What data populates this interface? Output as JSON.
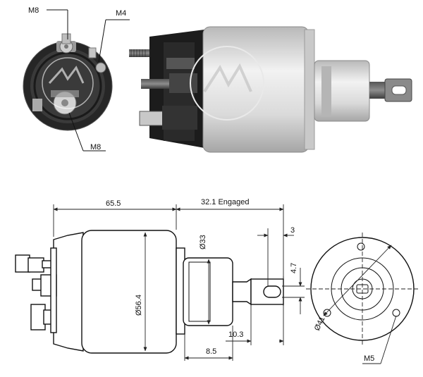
{
  "photo_labels": {
    "top_left": "M8",
    "top_right": "M4",
    "bottom": "M8"
  },
  "dimensions": {
    "body_length": "65.5",
    "stroke": "32.1 Engaged",
    "diameter_body": "Ø56.4",
    "diameter_nose": "Ø33",
    "plunger_slot": "3",
    "plunger_width": "4.7",
    "plunger_tip": "10.3",
    "nose_length": "8.5",
    "bolt_circle": "Ø41",
    "mount_thread": "M5"
  },
  "colors": {
    "background": "#ffffff",
    "line": "#111111",
    "body_silver": "#d8d8d8",
    "cap_black": "#1a1a1a"
  }
}
